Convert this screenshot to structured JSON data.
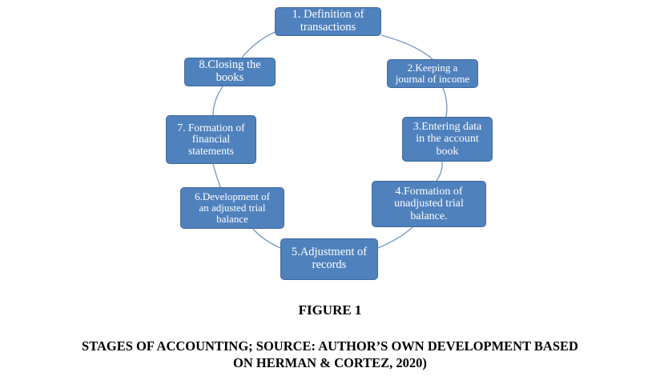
{
  "diagram": {
    "stages": [
      "1. Definition of\ntransactions",
      "2.Keeping a\njournal of income",
      "3.Entering data\nin the account\nbook",
      "4.Formation of\nunadjusted trial\nbalance.",
      "5.Adjustment of\nrecords",
      "6.Development of\nan adjusted trial\nbalance",
      "7. Formation of\nfinancial\nstatements",
      "8.Closing the\nbooks"
    ],
    "box_color": "#4f81bd",
    "connector_color": "#7b9bc8"
  },
  "figure": {
    "label": "FIGURE 1",
    "caption": "STAGES OF ACCOUNTING; SOURCE: AUTHOR’S OWN DEVELOPMENT BASED\nON HERMAN & CORTEZ, 2020)"
  }
}
